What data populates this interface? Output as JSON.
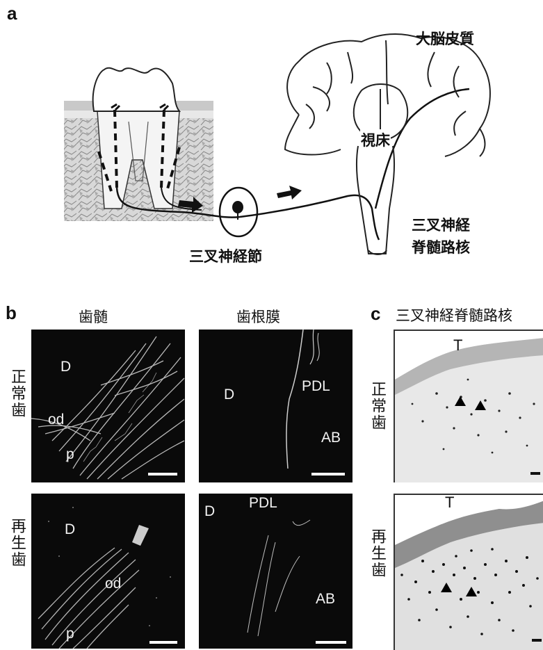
{
  "panel_a": {
    "letter": "a",
    "cortex": "大脳皮質",
    "thalamus": "視床",
    "nucleus_line1": "三叉神経",
    "nucleus_line2": "脊髄路核",
    "ganglion": "三叉神経節"
  },
  "panel_b": {
    "letter": "b",
    "col_pulp": "歯髄",
    "col_pdl": "歯根膜",
    "row_normal": "正常歯",
    "row_regen": "再生歯",
    "pulp_normal": {
      "d": "D",
      "od": "od",
      "p": "p"
    },
    "pdl_normal": {
      "d": "D",
      "pdl": "PDL",
      "ab": "AB"
    },
    "pulp_regen": {
      "d": "D",
      "od": "od",
      "p": "p"
    },
    "pdl_regen": {
      "d": "D",
      "pdl": "PDL",
      "ab": "AB"
    }
  },
  "panel_c": {
    "letter": "c",
    "title": "三叉神経脊髄路核",
    "row_normal": "正常歯",
    "row_regen": "再生歯",
    "t_normal": "T",
    "t_regen": "T"
  }
}
